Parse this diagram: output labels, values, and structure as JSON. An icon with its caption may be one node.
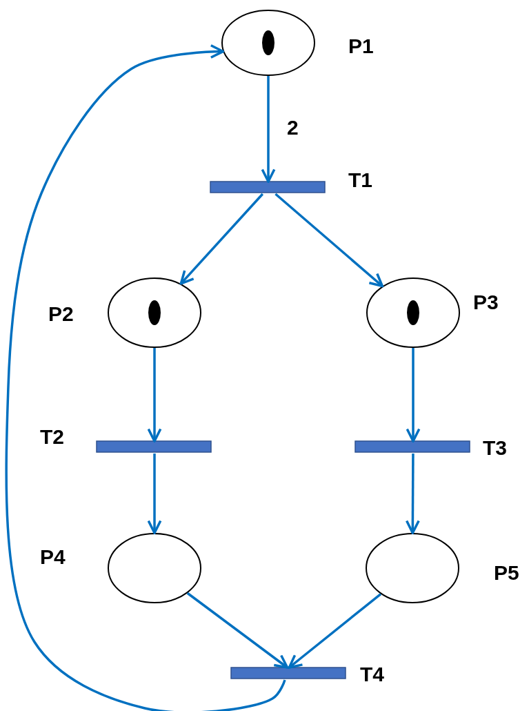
{
  "diagram": {
    "nodes": [
      {
        "text": [],
        "shape": "circle",
        "beside": [
          "P1"
        ]
      },
      {
        "text": [],
        "shape": "bar",
        "beside": [
          "T1"
        ]
      },
      {
        "text": [],
        "shape": "circle",
        "beside": [
          "P2"
        ]
      },
      {
        "text": [],
        "shape": "circle",
        "beside": [
          "P3"
        ]
      },
      {
        "text": [],
        "shape": "bar",
        "beside": [
          "T2"
        ]
      },
      {
        "text": [],
        "shape": "bar",
        "beside": [
          "T3"
        ]
      },
      {
        "text": [],
        "shape": "circle",
        "beside": [
          "P4"
        ]
      },
      {
        "text": [],
        "shape": "circle",
        "beside": [
          "P5"
        ]
      },
      {
        "text": [],
        "shape": "bar",
        "beside": [
          "T4"
        ]
      }
    ],
    "edges": [
      {
        "from": 0,
        "to": 1,
        "arrow": "to",
        "label": "2"
      },
      {
        "from": 1,
        "to": 2,
        "arrow": "to"
      },
      {
        "from": 1,
        "to": 3,
        "arrow": "to"
      },
      {
        "from": 2,
        "to": 4,
        "arrow": "to"
      },
      {
        "from": 3,
        "to": 5,
        "arrow": "to"
      },
      {
        "from": 4,
        "to": 6,
        "arrow": "to"
      },
      {
        "from": 5,
        "to": 7,
        "arrow": "to"
      },
      {
        "from": 6,
        "to": 8,
        "arrow": "to"
      },
      {
        "from": 7,
        "to": 8,
        "arrow": "to"
      },
      {
        "from": 8,
        "to": 0,
        "arrow": "to"
      }
    ]
  }
}
